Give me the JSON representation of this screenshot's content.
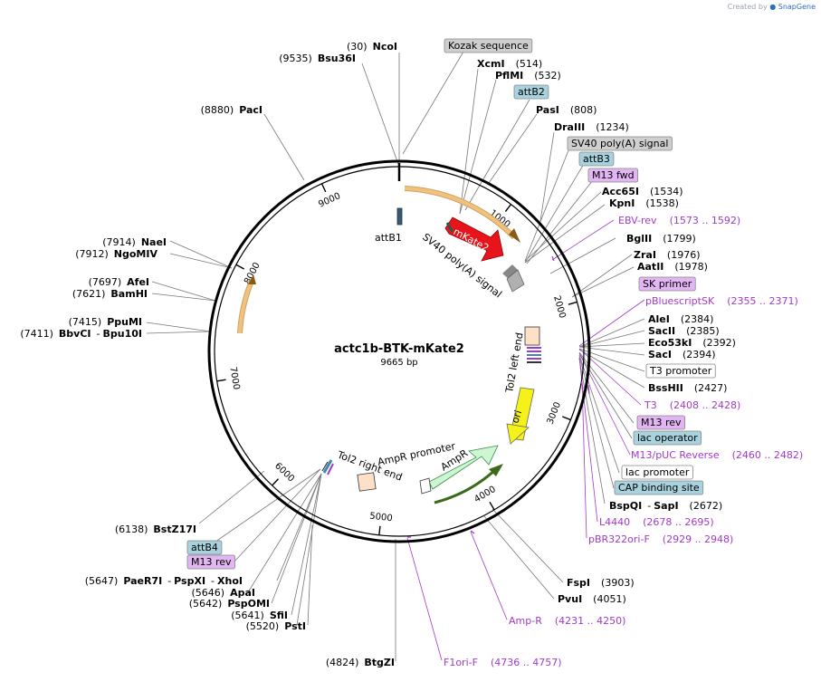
{
  "credit": {
    "prefix": "Created by",
    "brand": "SnapGene"
  },
  "plasmid": {
    "name": "actc1b-BTK-mKate2",
    "length_label": "9665 bp"
  },
  "ruler": [
    "1000",
    "2000",
    "3000",
    "4000",
    "5000",
    "6000",
    "7000",
    "8000",
    "9000"
  ],
  "features": {
    "mKate2": "mKate2",
    "sv40_polya": "SV40 poly(A) signal",
    "attB1": "attB1",
    "tol2_left": "Tol2 left end",
    "tol2_right": "Tol2 right end",
    "ori": "ori",
    "ampr": "AmpR",
    "ampr_promoter": "AmpR promoter"
  },
  "colors": {
    "mKate2": "#e8141b",
    "ori": "#f5f21a",
    "ampr": "#ccf7d2",
    "tol2": "#fde0c8",
    "orange_arrow": "#f2c27b",
    "att": "#a8d3de",
    "primer": "#e2b6f2",
    "grey_box": "#cfcfcf",
    "primer_text": "#a23ac9"
  },
  "labels": {
    "ncoi": {
      "pos": "(30)",
      "name": "NcoI"
    },
    "bsu36i": {
      "pos": "(9535)",
      "name": "Bsu36I"
    },
    "paci": {
      "pos": "(8880)",
      "name": "PacI"
    },
    "nael": {
      "pos": "(7914)",
      "name": "NaeI"
    },
    "ngomiv": {
      "pos": "(7912)",
      "name": "NgoMIV"
    },
    "afei": {
      "pos": "(7697)",
      "name": "AfeI"
    },
    "bamhi": {
      "pos": "(7621)",
      "name": "BamHI"
    },
    "ppumi": {
      "pos": "(7415)",
      "name": "PpuMI"
    },
    "bbvci": {
      "pos": "(7411)",
      "name": "BbvCI",
      "sep": "-",
      "name2": "Bpu10I"
    },
    "bstz17i": {
      "pos": "(6138)",
      "name": "BstZ17I"
    },
    "paer7i": {
      "pos": "(5647)",
      "name": "PaeR7I",
      "sep": "-",
      "name2": "PspXI",
      "sep2": "-",
      "name3": "XhoI"
    },
    "apai": {
      "pos": "(5646)",
      "name": "ApaI"
    },
    "pspomi": {
      "pos": "(5642)",
      "name": "PspOMI"
    },
    "sfii": {
      "pos": "(5641)",
      "name": "SfiI"
    },
    "psti": {
      "pos": "(5520)",
      "name": "PstI"
    },
    "btgzi": {
      "pos": "(4824)",
      "name": "BtgZI"
    },
    "xcmi": {
      "name": "XcmI",
      "pos": "(514)"
    },
    "pflmi": {
      "name": "PflMI",
      "pos": "(532)"
    },
    "pasi": {
      "name": "PasI",
      "pos": "(808)"
    },
    "draiii": {
      "name": "DraIII",
      "pos": "(1234)"
    },
    "acc65i": {
      "name": "Acc65I",
      "pos": "(1534)"
    },
    "kpni": {
      "name": "KpnI",
      "pos": "(1538)"
    },
    "bglii": {
      "name": "BglII",
      "pos": "(1799)"
    },
    "zrai": {
      "name": "ZraI",
      "pos": "(1976)"
    },
    "aatii": {
      "name": "AatII",
      "pos": "(1978)"
    },
    "alei": {
      "name": "AleI",
      "pos": "(2384)"
    },
    "sacii": {
      "name": "SacII",
      "pos": "(2385)"
    },
    "eco53ki": {
      "name": "Eco53kI",
      "pos": "(2392)"
    },
    "saci": {
      "name": "SacI",
      "pos": "(2394)"
    },
    "bsshii": {
      "name": "BssHII",
      "pos": "(2427)"
    },
    "bspqi": {
      "name": "BspQI",
      "sep": "-",
      "name2": "SapI",
      "pos": "(2672)"
    },
    "fspi": {
      "name": "FspI",
      "pos": "(3903)"
    },
    "pvui": {
      "name": "PvuI",
      "pos": "(4051)"
    }
  },
  "boxes": {
    "kozak": "Kozak sequence",
    "attb2": "attB2",
    "sv40": "SV40 poly(A) signal",
    "attb3": "attB3",
    "m13fwd": "M13 fwd",
    "skprimer": "SK primer",
    "t3promoter": "T3 promoter",
    "m13rev_r": "M13 rev",
    "lacoperator": "lac operator",
    "lacpromoter": "lac promoter",
    "cap": "CAP binding site",
    "attb4": "attB4",
    "m13rev_l": "M13 rev"
  },
  "primers": {
    "ebvrev": {
      "name": "EBV-rev",
      "range": "(1573 .. 1592)"
    },
    "pbluescript": {
      "name": "pBluescriptSK",
      "range": "(2355 .. 2371)"
    },
    "t3": {
      "name": "T3",
      "range": "(2408 .. 2428)"
    },
    "m13puc": {
      "name": "M13/pUC Reverse",
      "range": "(2460 .. 2482)"
    },
    "l4440": {
      "name": "L4440",
      "range": "(2678 .. 2695)"
    },
    "pbr322": {
      "name": "pBR322ori-F",
      "range": "(2929 .. 2948)"
    },
    "ampr": {
      "name": "Amp-R",
      "range": "(4231 .. 4250)"
    },
    "f1ori": {
      "name": "F1ori-F",
      "range": "(4736 .. 4757)"
    }
  }
}
